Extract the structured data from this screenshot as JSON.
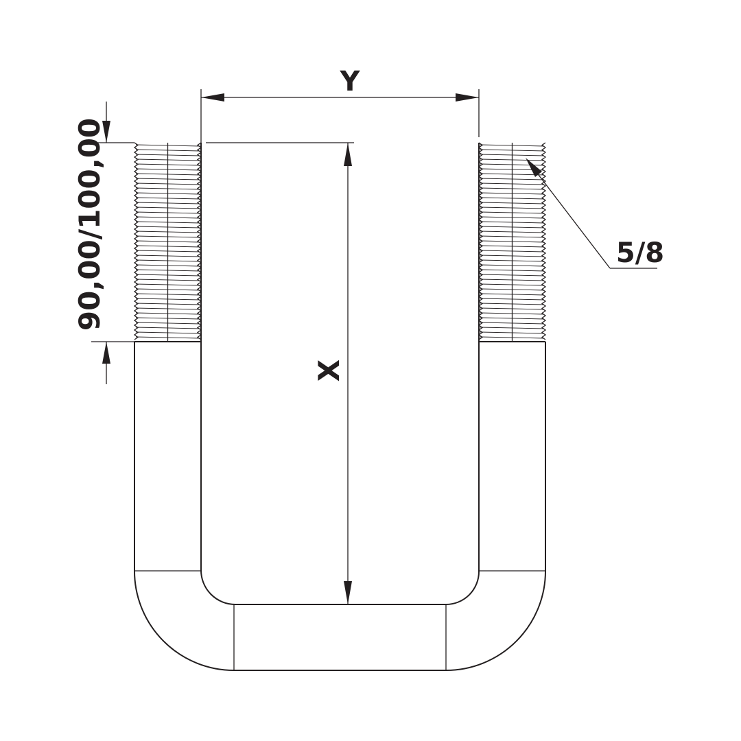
{
  "labels": {
    "width_dim": "Y",
    "height_dim": "X",
    "thread_length": "90,00/100,00",
    "thread_size": "5/8"
  }
}
